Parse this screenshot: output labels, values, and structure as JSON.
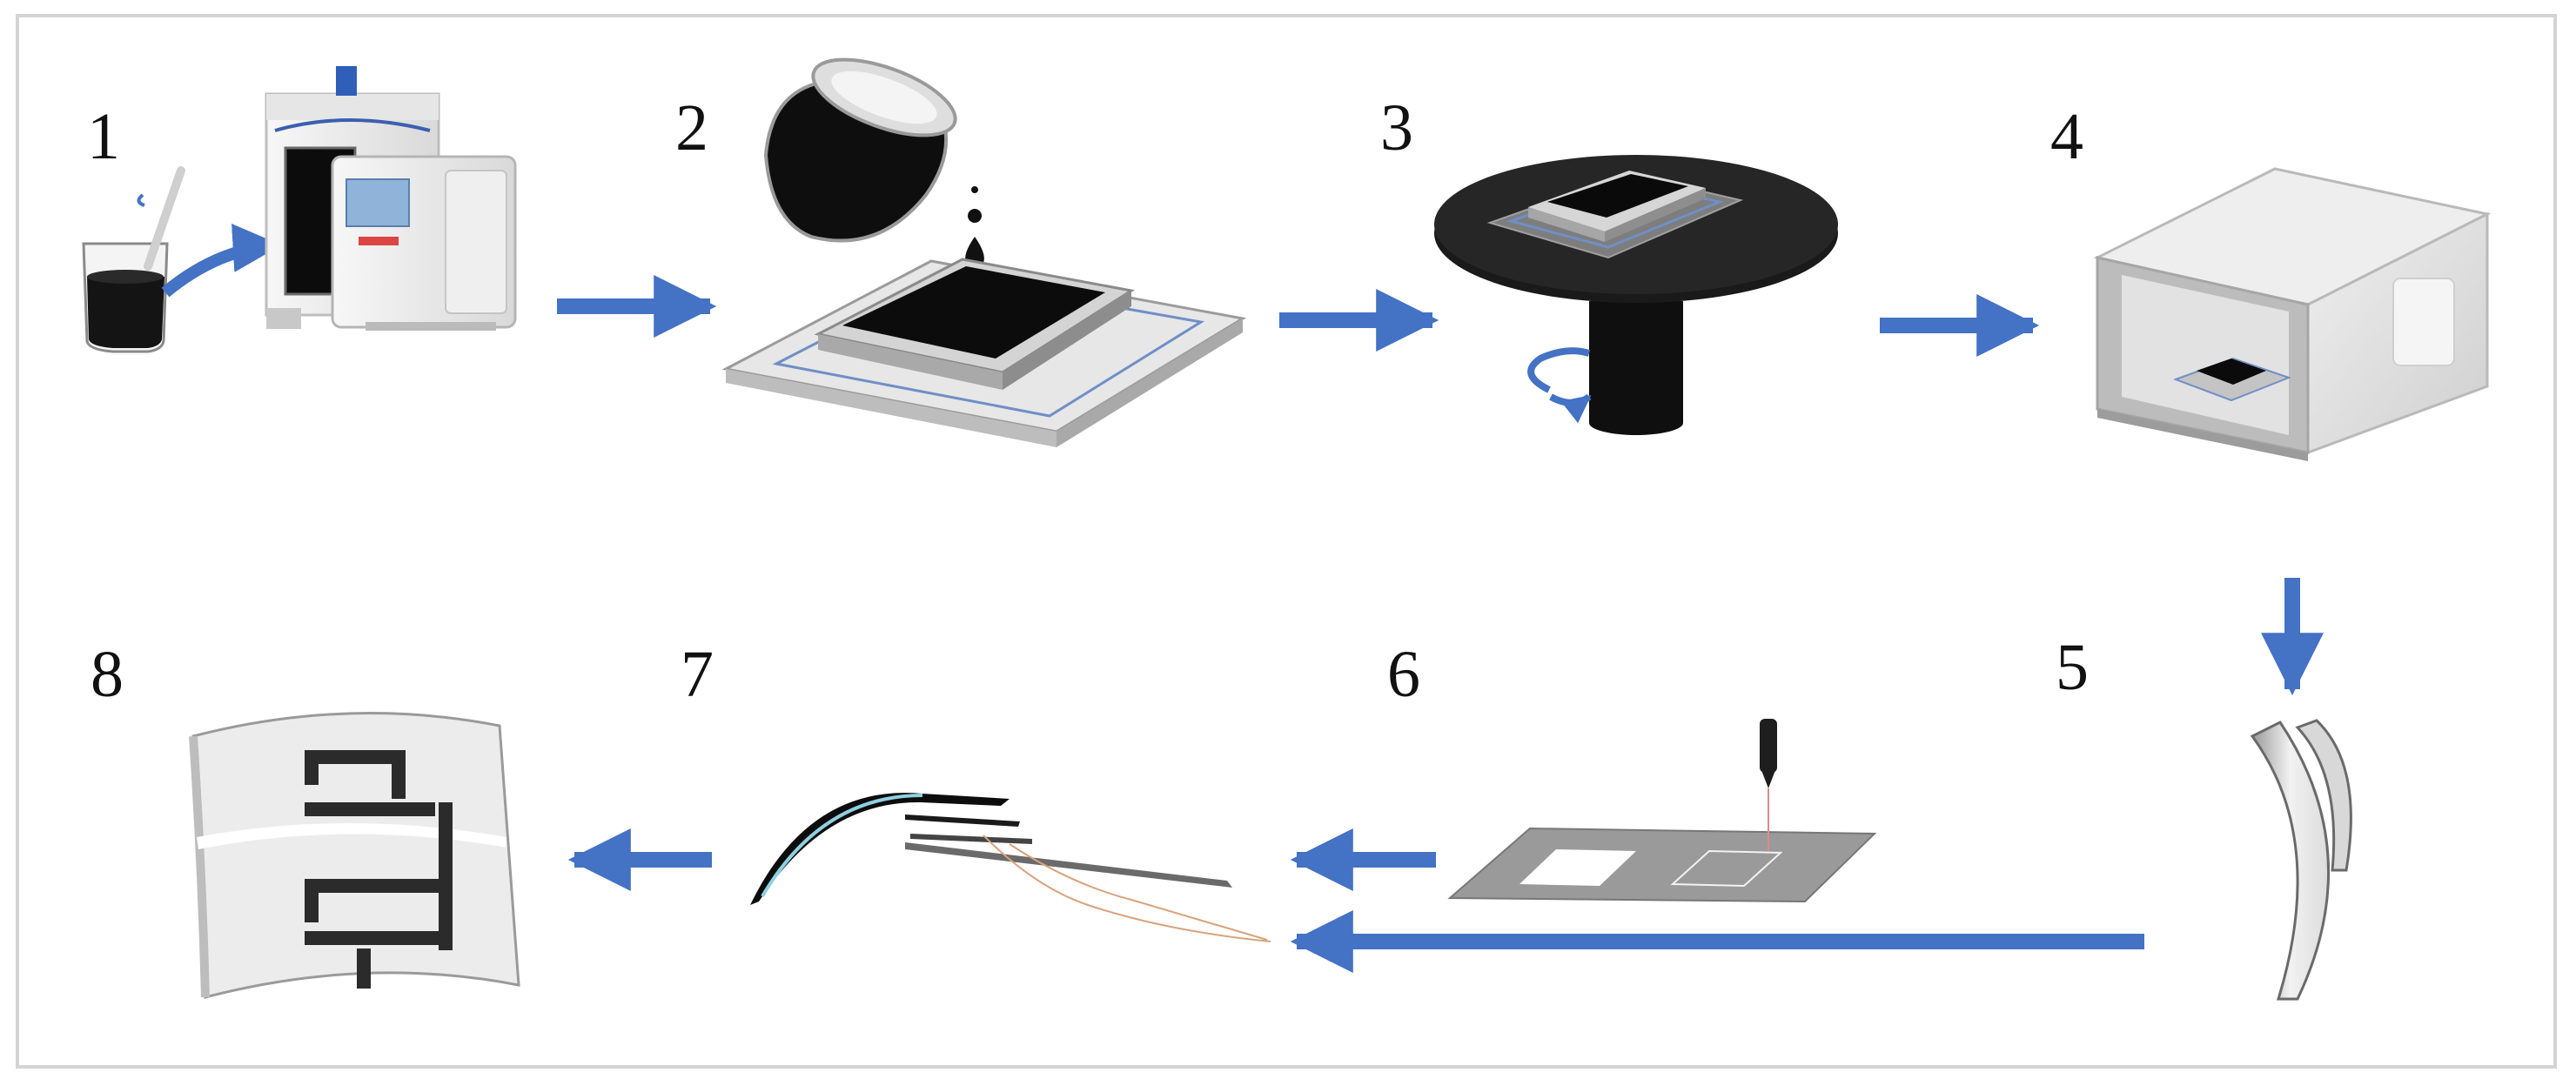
{
  "steps": [
    {
      "number": "1"
    },
    {
      "number": "2"
    },
    {
      "number": "3"
    },
    {
      "number": "4"
    },
    {
      "number": "5"
    },
    {
      "number": "6"
    },
    {
      "number": "7"
    },
    {
      "number": "8"
    }
  ],
  "colors": {
    "arrow": "#4472C4",
    "ink": "#111111",
    "frame": "#d4d4d4",
    "substrate": "#e8e8e8",
    "film": "#c9c9c9"
  }
}
